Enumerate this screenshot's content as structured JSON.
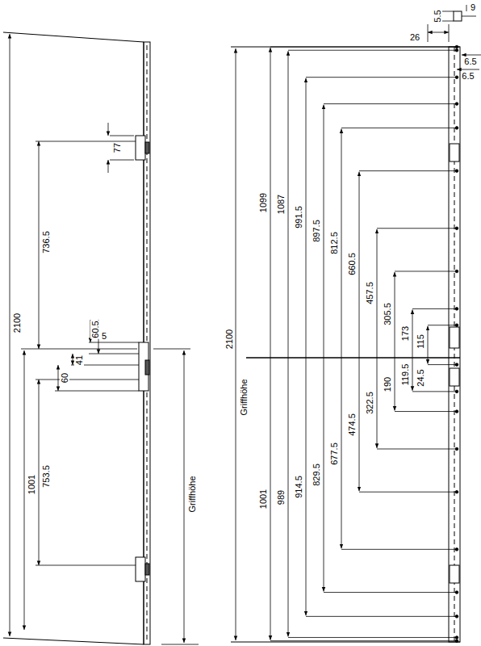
{
  "diagram": {
    "labels": [
      "2100",
      "77",
      "736.5",
      "60.5",
      "5",
      "41",
      "60",
      "1001",
      "753.5",
      "Griffhöhe",
      "5.5",
      "9",
      "26",
      "6.5",
      "6.5",
      "2100",
      "1099",
      "1087",
      "991.5",
      "897.5",
      "812.5",
      "660.5",
      "457.5",
      "305.5",
      "173",
      "115",
      "Griffhöhe",
      "1001",
      "989",
      "914.5",
      "829.5",
      "677.5",
      "474.5",
      "322.5",
      "190",
      "119.5",
      "24.5"
    ]
  }
}
